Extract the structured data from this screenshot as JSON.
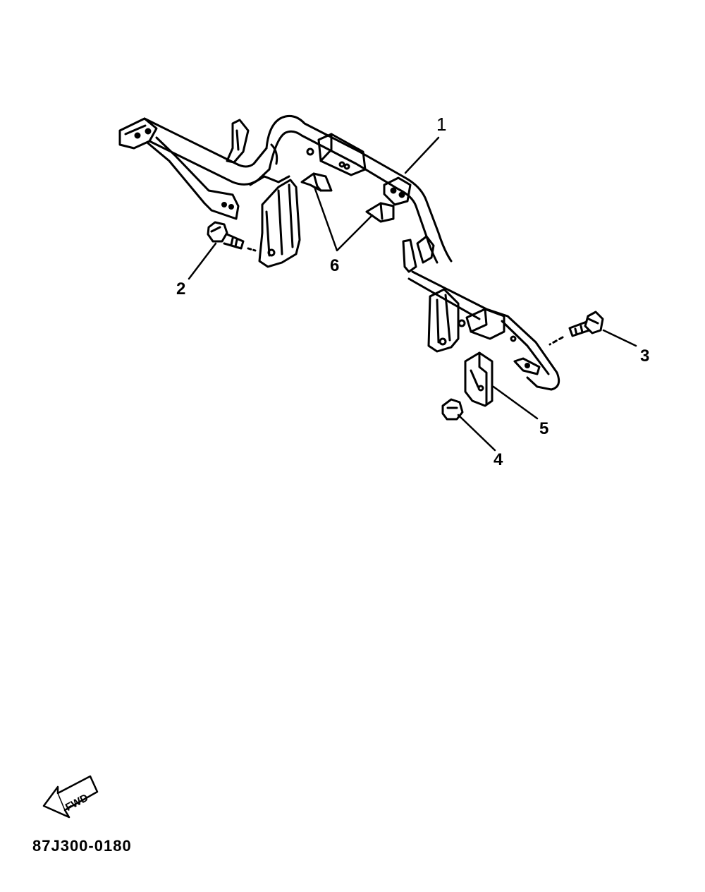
{
  "callouts": [
    {
      "id": "1",
      "text": "1"
    },
    {
      "id": "2",
      "text": "2"
    },
    {
      "id": "3",
      "text": "3"
    },
    {
      "id": "4",
      "text": "4"
    },
    {
      "id": "5",
      "text": "5"
    },
    {
      "id": "6",
      "text": "6"
    }
  ],
  "direction_arrow": {
    "text": "FWD"
  },
  "drawing_code": "87J300-0180"
}
